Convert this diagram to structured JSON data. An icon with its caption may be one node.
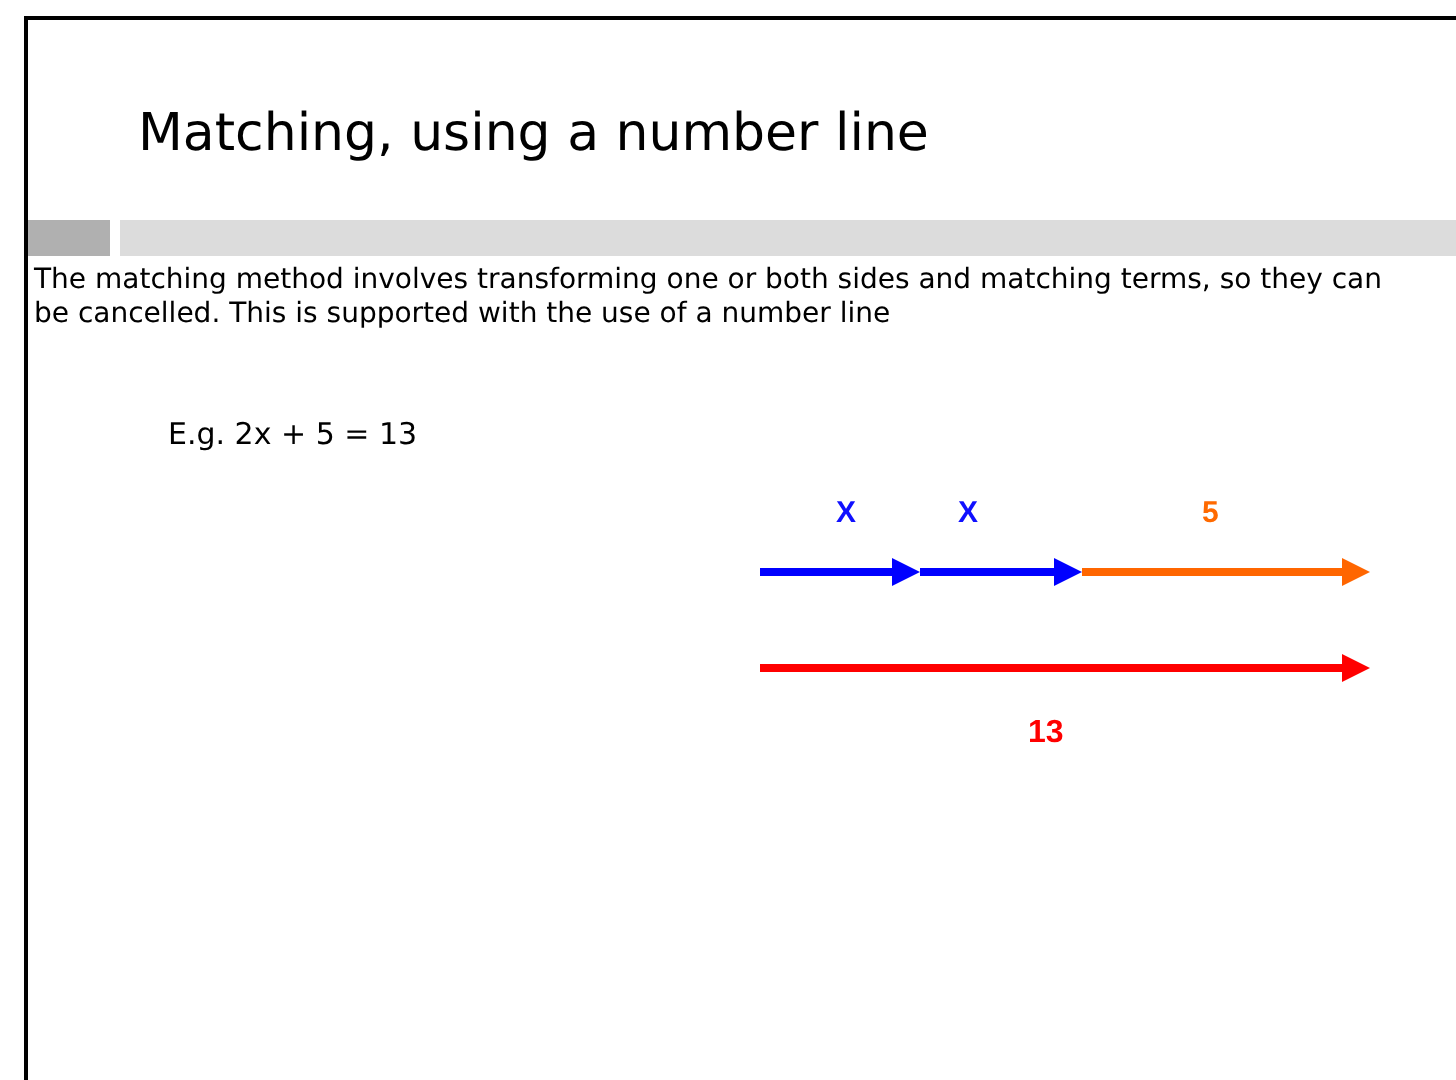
{
  "diagram": {
    "title": "Matching, using a number line",
    "labels": [
      "The matching method involves transforming one or both sides and matching terms, so they can be cancelled. This is supported with the use of a number line",
      "E.g. 2x + 5 = 13",
      "X",
      "X",
      "5",
      "13"
    ]
  }
}
